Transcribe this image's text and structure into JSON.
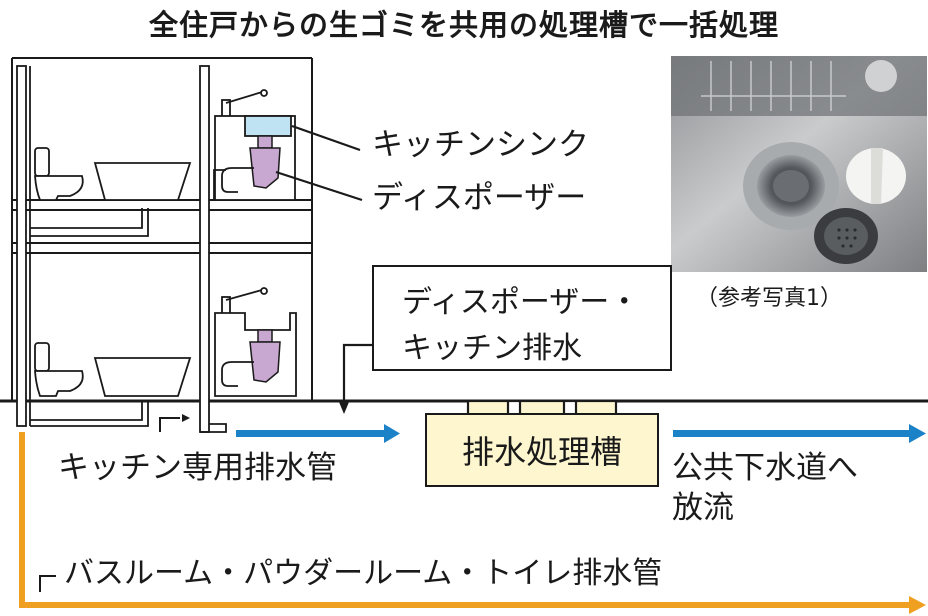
{
  "title": "全住戸からの生ゴミを共用の処理槽で一括処理",
  "labels": {
    "kitchen_sink": "キッチンシンク",
    "disposer": "ディスポーザー",
    "box_line1": "ディスポーザー・",
    "box_line2": "キッチン排水",
    "kitchen_pipe": "キッチン専用排水管",
    "tank": "排水処理槽",
    "sewer_line1": "公共下水道へ",
    "sewer_line2": "放流",
    "bath_pipe": "バスルーム・パウダールーム・トイレ排水管",
    "photo_caption": "（参考写真1）"
  },
  "colors": {
    "kitchen_flow": "#1b82c8",
    "bath_flow": "#f0a020",
    "disposer": "#c8a8d0",
    "sink_water": "#bfe3f2",
    "tank_fill": "#fdf6cf"
  },
  "icons": [
    "toilet-icon",
    "bathtub-icon",
    "faucet-icon",
    "sink-icon",
    "disposer-icon",
    "sink-drain-photo"
  ]
}
